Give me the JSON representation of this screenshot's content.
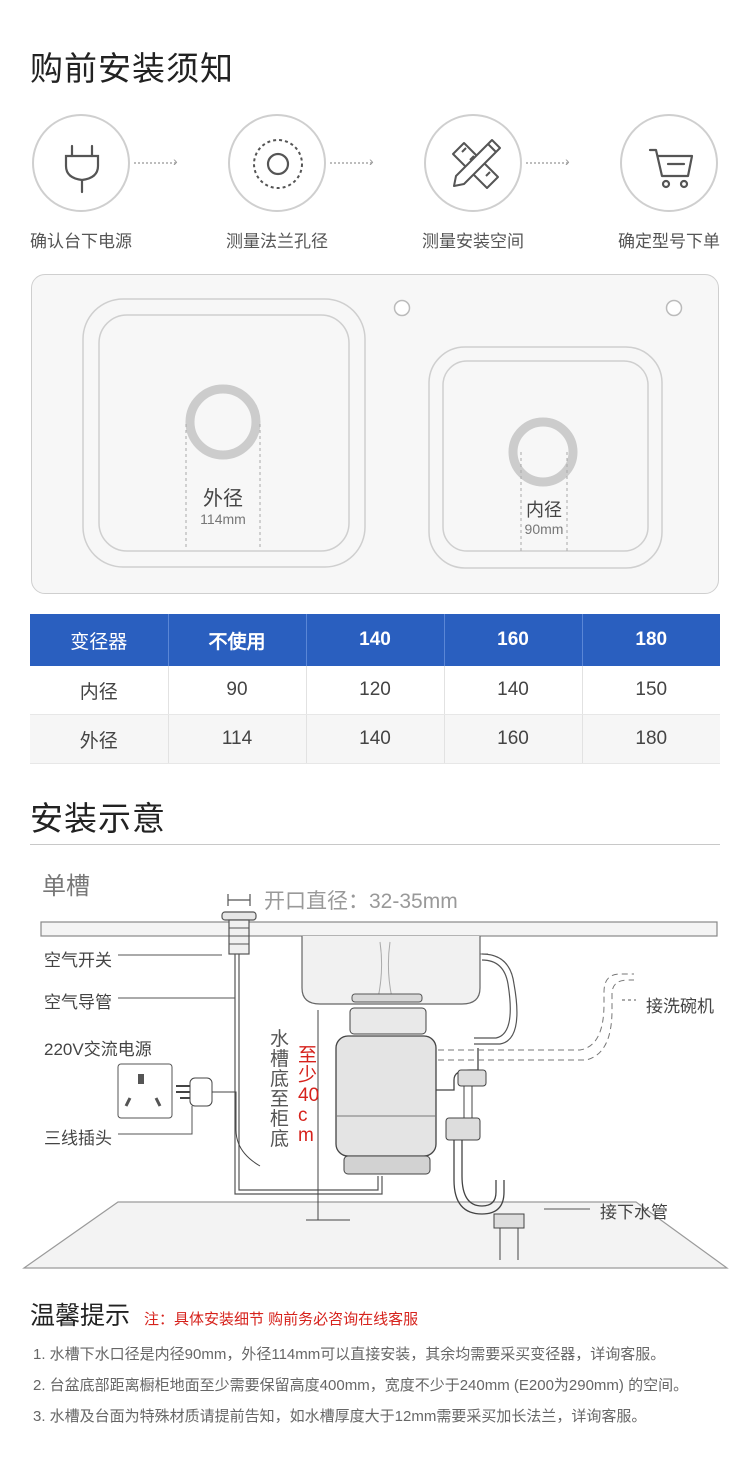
{
  "section1": {
    "title": "购前安装须知",
    "steps": [
      {
        "label": "确认台下电源",
        "icon": "plug-icon"
      },
      {
        "label": "测量法兰孔径",
        "icon": "target-circle-icon"
      },
      {
        "label": "测量安装空间",
        "icon": "ruler-pencil-icon"
      },
      {
        "label": "确定型号下单",
        "icon": "cart-icon"
      }
    ]
  },
  "sink": {
    "left": {
      "name": "外径",
      "size": "114mm"
    },
    "right": {
      "name": "内径",
      "size": "90mm"
    }
  },
  "table": {
    "headers": [
      "变径器",
      "不使用",
      "140",
      "160",
      "180"
    ],
    "rows": [
      [
        "内径",
        "90",
        "120",
        "140",
        "150"
      ],
      [
        "外径",
        "114",
        "140",
        "160",
        "180"
      ]
    ]
  },
  "section2": {
    "title": "安装示意",
    "diagram": {
      "single_tank": "单槽",
      "opening": "开口直径：32-35mm",
      "air_switch": "空气开关",
      "air_tube": "空气导管",
      "power": "220V交流电源",
      "plug": "三线插头",
      "dishwasher": "接洗碗机",
      "drain": "接下水管",
      "height_label": "水槽底至柜底",
      "height_value": "至少40cm"
    }
  },
  "tips": {
    "title": "温馨提示",
    "note": "注：具体安装细节 购前务必咨询在线客服",
    "items": [
      "1. 水槽下水口径是内径90mm，外径114mm可以直接安装，其余均需要采买变径器，详询客服。",
      "2. 台盆底部距离橱柜地面至少需要保留高度400mm，宽度不少于240mm (E200为290mm) 的空间。",
      "3. 水槽及台面为特殊材质请提前告知，如水槽厚度大于12mm需要采买加长法兰，详询客服。"
    ]
  },
  "colors": {
    "header_blue": "#2a5fbf",
    "accent_red": "#d6221c",
    "ring_grey": "#cccccc"
  }
}
